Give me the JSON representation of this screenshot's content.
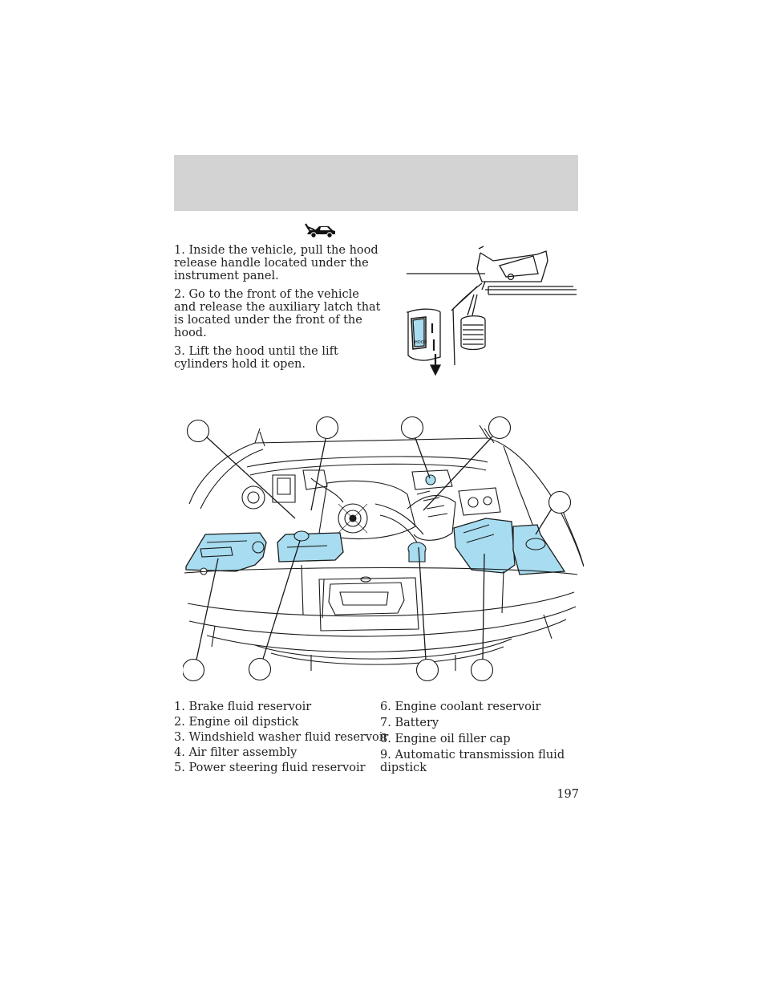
{
  "colors": {
    "header_band": "#d3d3d3",
    "highlight": "#a8dcf0",
    "line": "#1a1a1a"
  },
  "icons": {
    "header": "car-hood-open-icon"
  },
  "steps": [
    "1. Inside the vehicle, pull the hood release handle located under the instrument panel.",
    "2. Go to the front of the vehicle and release the auxiliary latch that is located under the front of the hood.",
    "3. Lift the hood until the lift cylinders hold it open."
  ],
  "hood_figure": {
    "handle_label": "HOOD"
  },
  "legend": {
    "left": [
      "1. Brake fluid reservoir",
      "2. Engine oil dipstick",
      "3. Windshield washer fluid reservoir",
      "4. Air filter assembly",
      "5. Power steering fluid reservoir"
    ],
    "right": [
      "6. Engine coolant reservoir",
      "7. Battery",
      "8. Engine oil filler cap",
      "9. Automatic transmission fluid dipstick"
    ]
  },
  "page_number": "197"
}
